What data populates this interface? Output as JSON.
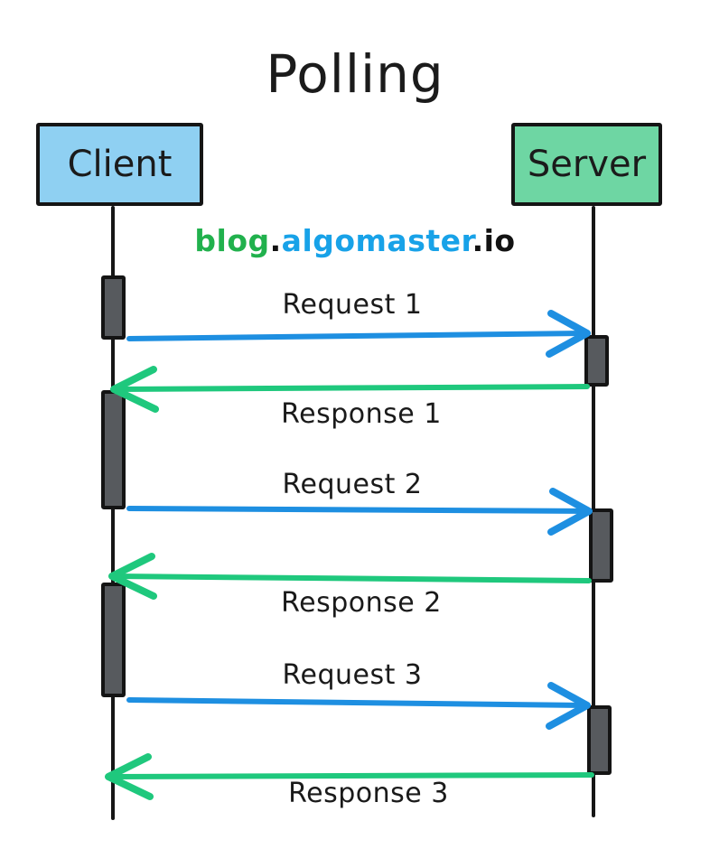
{
  "title": "Polling",
  "watermark": {
    "blog": "blog",
    "dot1": ".",
    "site": "algomaster",
    "dot2": ".",
    "tld": "io"
  },
  "actors": [
    {
      "id": "client",
      "label": "Client"
    },
    {
      "id": "server",
      "label": "Server"
    }
  ],
  "messages": [
    {
      "label": "Request 1",
      "from": "client",
      "to": "server",
      "type": "request"
    },
    {
      "label": "Response 1",
      "from": "server",
      "to": "client",
      "type": "response"
    },
    {
      "label": "Request 2",
      "from": "client",
      "to": "server",
      "type": "request"
    },
    {
      "label": "Response 2",
      "from": "server",
      "to": "client",
      "type": "response"
    },
    {
      "label": "Request 3",
      "from": "client",
      "to": "server",
      "type": "request"
    },
    {
      "label": "Response 3",
      "from": "server",
      "to": "client",
      "type": "response"
    }
  ],
  "colors": {
    "request_arrow": "#1e8fe1",
    "response_arrow": "#1fc87d",
    "client_box_fill": "#8fd0f2",
    "server_box_fill": "#6ed6a3",
    "watermark_green": "#21b14d",
    "watermark_blue": "#18a2e8",
    "activation_bar_fill": "#575a5e",
    "outline": "#151515"
  }
}
